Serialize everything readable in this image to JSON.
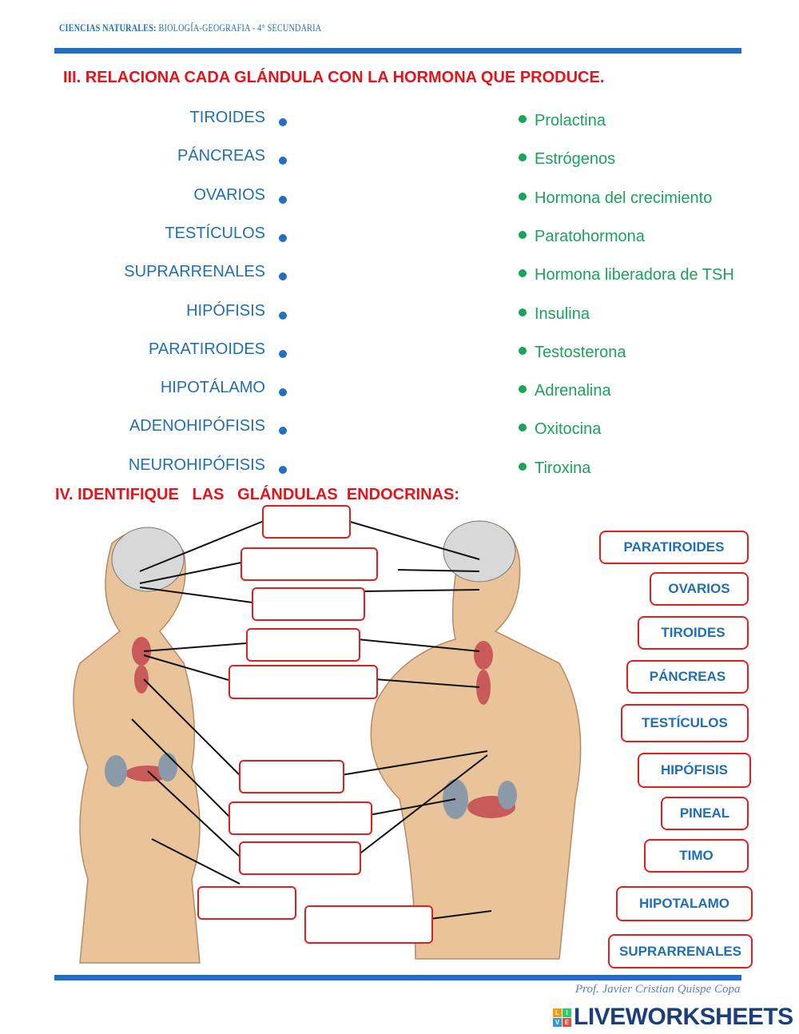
{
  "header": {
    "subject": "CIENCIAS NATURALES:",
    "course": "BIOLOGÍA-GEOGRAFIA - 4° SECUNDARIA"
  },
  "section3": {
    "title": "III. RELACIONA CADA GLÁNDULA CON LA HORMONA QUE PRODUCE.",
    "glands": [
      "TIROIDES",
      "PÁNCREAS",
      "OVARIOS",
      "TESTÍCULOS",
      "SUPRARRENALES",
      "HIPÓFISIS",
      "PARATIROIDES",
      "HIPOTÁLAMO",
      "ADENOHIPÓFISIS",
      "NEUROHIPÓFISIS"
    ],
    "hormones": [
      "Prolactina",
      "Estrógenos",
      "Hormona del crecimiento",
      "Paratohormona",
      "Hormona liberadora de TSH",
      "Insulina",
      "Testosterona",
      "Adrenalina",
      "Oxitocina",
      "Tiroxina"
    ]
  },
  "section4": {
    "title": "IV. IDENTIFIQUE   LAS   GLÁNDULAS  ENDOCRINAS:",
    "word_bank": [
      "PARATIROIDES",
      "OVARIOS",
      "TIROIDES",
      "PÁNCREAS",
      "TESTÍCULOS",
      "HIPÓFISIS",
      "PINEAL",
      "TIMO",
      "HIPOTALAMO",
      "SUPRARRENALES"
    ]
  },
  "footer": {
    "author": "Prof. Javier Cristian Quispe Copa",
    "brand": "LIVEWORKSHEETS",
    "brand_letters": [
      "L",
      "I",
      "V",
      "E"
    ]
  }
}
